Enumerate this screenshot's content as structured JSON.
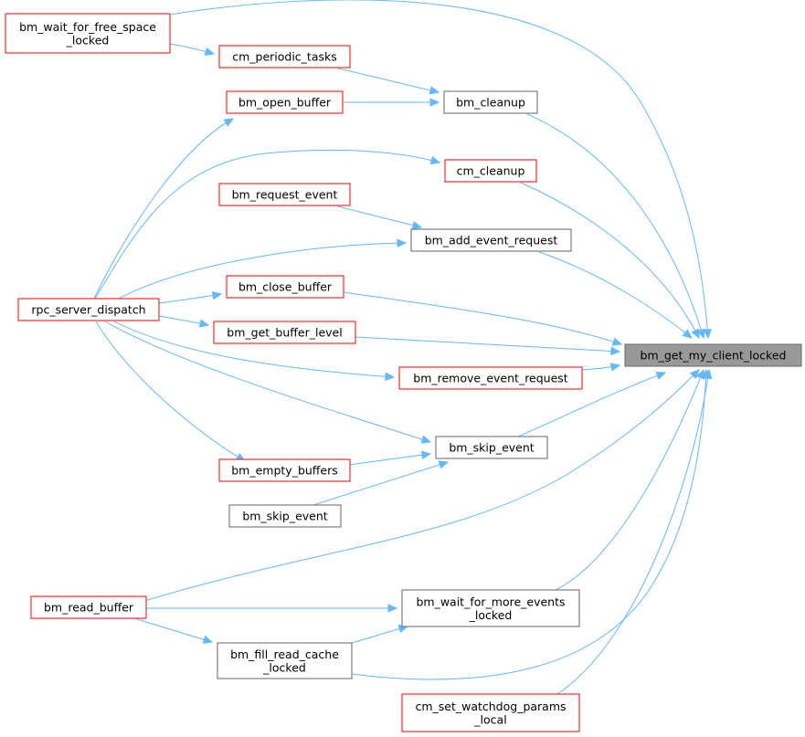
{
  "nodes": [
    {
      "id": "bm_wait_for_free_space_locked",
      "lines": [
        "bm_wait_for_free_space",
        "_locked"
      ],
      "style": "red"
    },
    {
      "id": "cm_periodic_tasks",
      "lines": [
        "cm_periodic_tasks"
      ],
      "style": "red"
    },
    {
      "id": "bm_open_buffer",
      "lines": [
        "bm_open_buffer"
      ],
      "style": "red"
    },
    {
      "id": "bm_cleanup",
      "lines": [
        "bm_cleanup"
      ],
      "style": "gray"
    },
    {
      "id": "cm_cleanup",
      "lines": [
        "cm_cleanup"
      ],
      "style": "red"
    },
    {
      "id": "bm_request_event",
      "lines": [
        "bm_request_event"
      ],
      "style": "red"
    },
    {
      "id": "bm_add_event_request",
      "lines": [
        "bm_add_event_request"
      ],
      "style": "gray"
    },
    {
      "id": "rpc_server_dispatch",
      "lines": [
        "rpc_server_dispatch"
      ],
      "style": "red"
    },
    {
      "id": "bm_close_buffer",
      "lines": [
        "bm_close_buffer"
      ],
      "style": "red"
    },
    {
      "id": "bm_get_buffer_level",
      "lines": [
        "bm_get_buffer_level"
      ],
      "style": "red"
    },
    {
      "id": "bm_get_my_client_locked",
      "lines": [
        "bm_get_my_client_locked"
      ],
      "style": "focus"
    },
    {
      "id": "bm_remove_event_request",
      "lines": [
        "bm_remove_event_request"
      ],
      "style": "red"
    },
    {
      "id": "bm_skip_event_a",
      "lines": [
        "bm_skip_event"
      ],
      "style": "gray"
    },
    {
      "id": "bm_empty_buffers",
      "lines": [
        "bm_empty_buffers"
      ],
      "style": "red"
    },
    {
      "id": "bm_skip_event_b",
      "lines": [
        "bm_skip_event"
      ],
      "style": "gray"
    },
    {
      "id": "bm_read_buffer",
      "lines": [
        "bm_read_buffer"
      ],
      "style": "red"
    },
    {
      "id": "bm_wait_for_more_events_locked",
      "lines": [
        "bm_wait_for_more_events",
        "_locked"
      ],
      "style": "gray"
    },
    {
      "id": "bm_fill_read_cache_locked",
      "lines": [
        "bm_fill_read_cache",
        "_locked"
      ],
      "style": "gray"
    },
    {
      "id": "cm_set_watchdog_params_local",
      "lines": [
        "cm_set_watchdog_params",
        "_local"
      ],
      "style": "red"
    }
  ],
  "edges": [
    [
      "bm_wait_for_free_space_locked",
      "bm_get_my_client_locked"
    ],
    [
      "bm_wait_for_free_space_locked",
      "cm_periodic_tasks"
    ],
    [
      "cm_periodic_tasks",
      "bm_cleanup"
    ],
    [
      "bm_open_buffer",
      "bm_cleanup"
    ],
    [
      "bm_cleanup",
      "bm_get_my_client_locked"
    ],
    [
      "cm_cleanup",
      "bm_get_my_client_locked"
    ],
    [
      "bm_request_event",
      "bm_add_event_request"
    ],
    [
      "bm_add_event_request",
      "bm_get_my_client_locked"
    ],
    [
      "rpc_server_dispatch",
      "bm_open_buffer"
    ],
    [
      "rpc_server_dispatch",
      "cm_cleanup"
    ],
    [
      "rpc_server_dispatch",
      "bm_add_event_request"
    ],
    [
      "rpc_server_dispatch",
      "bm_close_buffer"
    ],
    [
      "rpc_server_dispatch",
      "bm_get_buffer_level"
    ],
    [
      "rpc_server_dispatch",
      "bm_remove_event_request"
    ],
    [
      "rpc_server_dispatch",
      "bm_skip_event_a"
    ],
    [
      "rpc_server_dispatch",
      "bm_empty_buffers"
    ],
    [
      "bm_close_buffer",
      "bm_get_my_client_locked"
    ],
    [
      "bm_get_buffer_level",
      "bm_get_my_client_locked"
    ],
    [
      "bm_remove_event_request",
      "bm_get_my_client_locked"
    ],
    [
      "bm_skip_event_a",
      "bm_get_my_client_locked"
    ],
    [
      "bm_empty_buffers",
      "bm_skip_event_a"
    ],
    [
      "bm_skip_event_b",
      "bm_skip_event_a"
    ],
    [
      "bm_read_buffer",
      "bm_get_my_client_locked"
    ],
    [
      "bm_read_buffer",
      "bm_wait_for_more_events_locked"
    ],
    [
      "bm_read_buffer",
      "bm_fill_read_cache_locked"
    ],
    [
      "bm_fill_read_cache_locked",
      "bm_wait_for_more_events_locked"
    ],
    [
      "bm_fill_read_cache_locked",
      "bm_get_my_client_locked"
    ],
    [
      "bm_wait_for_more_events_locked",
      "bm_get_my_client_locked"
    ],
    [
      "cm_set_watchdog_params_local",
      "bm_get_my_client_locked"
    ]
  ],
  "colors": {
    "edge": "#63b8ff",
    "red_border": "#ff0000",
    "gray_border": "#666666",
    "focus_fill": "#999999",
    "focus_border": "#666666",
    "node_fill": "#ffffff"
  }
}
